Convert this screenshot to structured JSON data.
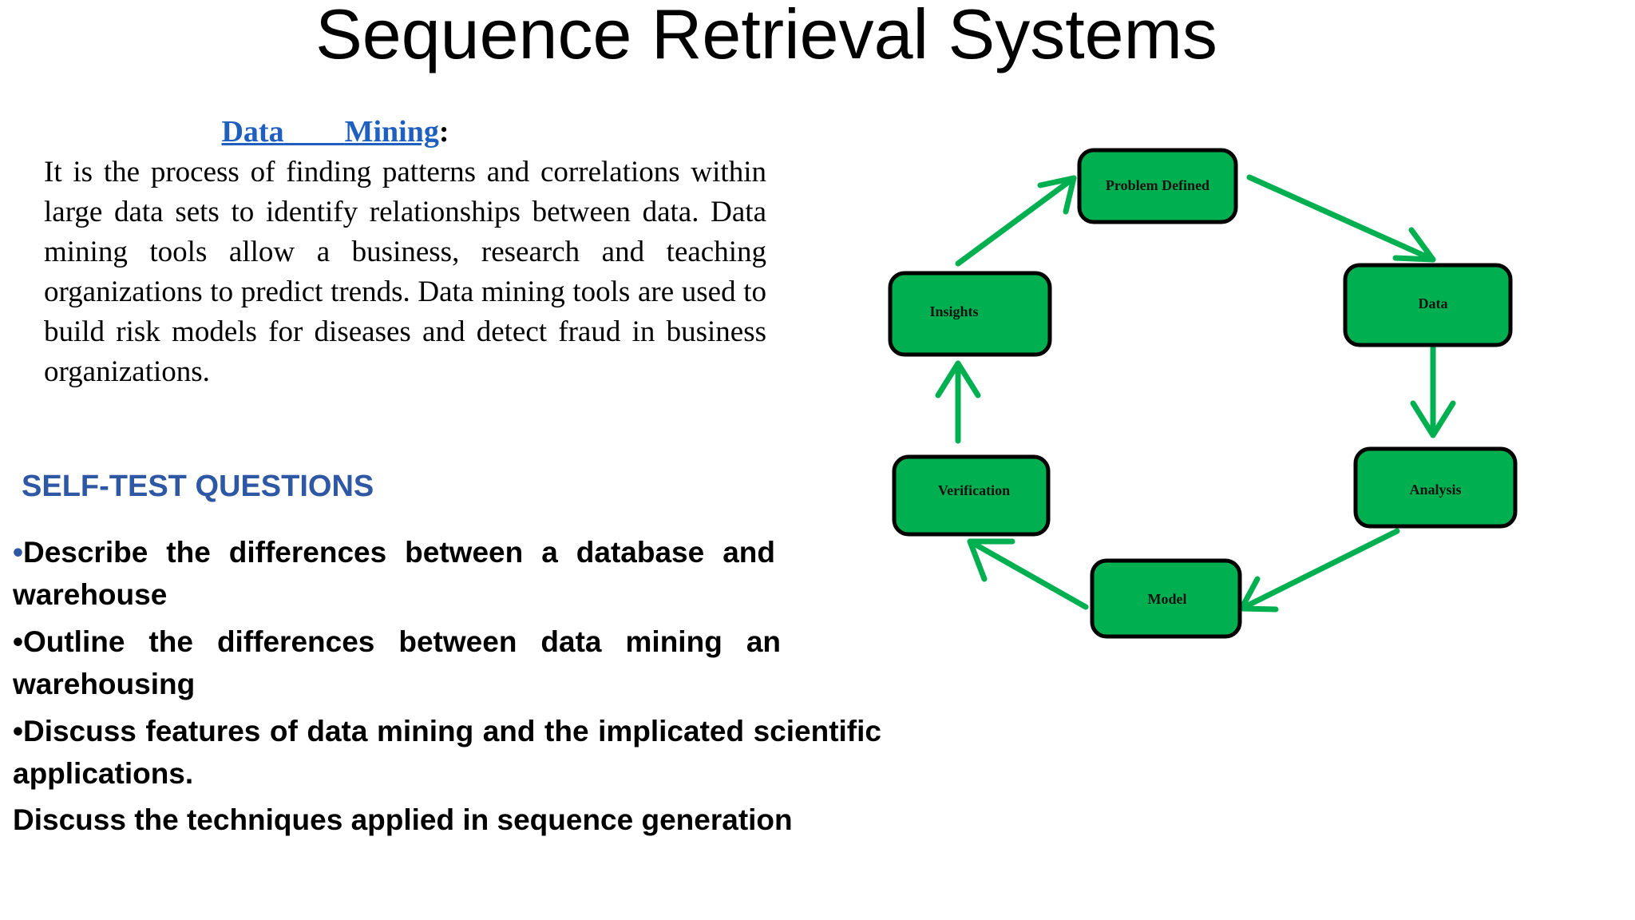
{
  "slide": {
    "title": "Sequence Retrieval Systems"
  },
  "data_mining": {
    "heading_word1": "Data",
    "heading_word2": "Mining",
    "heading_colon": ":",
    "paragraph": "It is the process of finding patterns and correlations within large data sets to identify relationships between data. Data mining tools allow a business, research and teaching organizations to predict trends. Data mining tools are used to build risk models for diseases and detect fraud in business organizations."
  },
  "self_test": {
    "heading": "SELF-TEST QUESTIONS",
    "questions": [
      {
        "bullet": "•",
        "text": "Describe the differences between a database and warehouse"
      },
      {
        "bullet": "•",
        "text": "Outline the differences between data mining an warehousing"
      },
      {
        "bullet": "•",
        "text": "Discuss features of data mining and the implicated scientific applications."
      },
      {
        "bullet": "",
        "text": "Discuss the techniques applied in sequence generation"
      }
    ]
  },
  "cycle_diagram": {
    "nodes": {
      "problem_defined": "Problem Defined",
      "data": "Data",
      "analysis": "Analysis",
      "model": "Model",
      "verification": "Verification",
      "insights": "Insights"
    },
    "colors": {
      "node_fill": "#00b050",
      "node_border": "#000000",
      "arrow": "#00b050",
      "heading_blue": "#2f58a4",
      "link_blue": "#1f5fbf"
    }
  }
}
